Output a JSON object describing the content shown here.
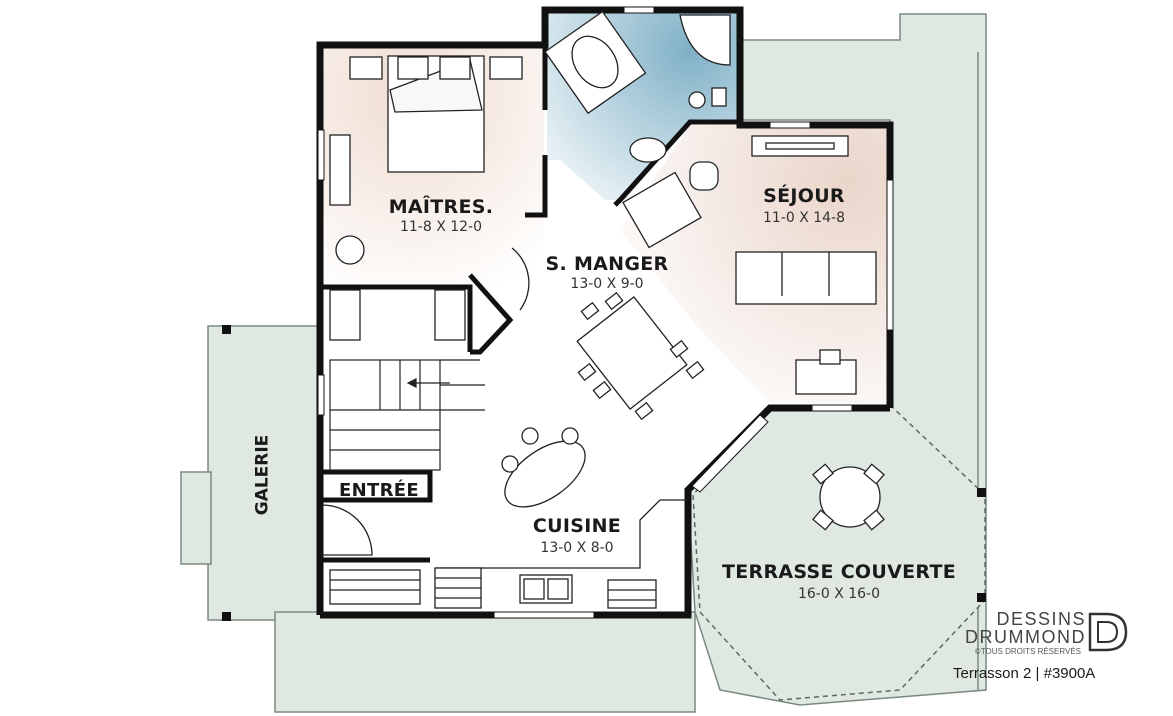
{
  "rooms": {
    "master": {
      "name": "MAÎTRES.",
      "dims": "11-8 X 12-0"
    },
    "dining": {
      "name": "S. MANGER",
      "dims": "13-0 X 9-0"
    },
    "living": {
      "name": "SÉJOUR",
      "dims": "11-0 X 14-8"
    },
    "kitchen": {
      "name": "CUISINE",
      "dims": "13-0 X 8-0"
    },
    "entry": {
      "name": "ENTRÉE"
    },
    "porch": {
      "name": "GALERIE"
    },
    "deck": {
      "name": "TERRASSE COUVERTE",
      "dims": "16-0 X 16-0"
    }
  },
  "branding": {
    "line1": "DESSINS",
    "line2": "DRUMMOND",
    "rights": "©TOUS DROITS RÉSERVÉS",
    "plan_id": "Terrasson 2 | #3900A"
  },
  "colors": {
    "wall": "#111111",
    "exterior_green": "#dfe9e2",
    "master_tint": "#f2e3da",
    "bath_blue": "#9fc3d2",
    "living_tint": "#efe0d8"
  }
}
